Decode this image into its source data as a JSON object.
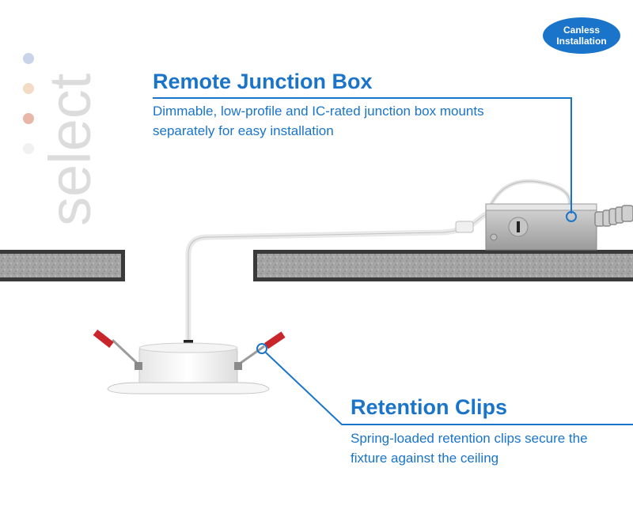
{
  "logo": {
    "text": "select",
    "dot_colors": [
      "#c9d4ea",
      "#f3dcc4",
      "#e9b7a9",
      "#f1f1f1"
    ],
    "text_color": "#dcdcdc"
  },
  "badge": {
    "line1": "Canless",
    "line2": "Installation",
    "color": "#1a74c9"
  },
  "junction_box": {
    "title": "Remote Junction Box",
    "description": "Dimmable, low-profile and IC-rated junction box mounts separately for easy installation"
  },
  "retention_clips": {
    "title": "Retention Clips",
    "description": "Spring-loaded retention clips secure the fixture against the ceiling"
  },
  "colors": {
    "accent": "#1a74c9",
    "ceiling": "#9a9a9a",
    "ceiling_edge": "#3a3a3a",
    "clip_tip": "#c8262a"
  }
}
